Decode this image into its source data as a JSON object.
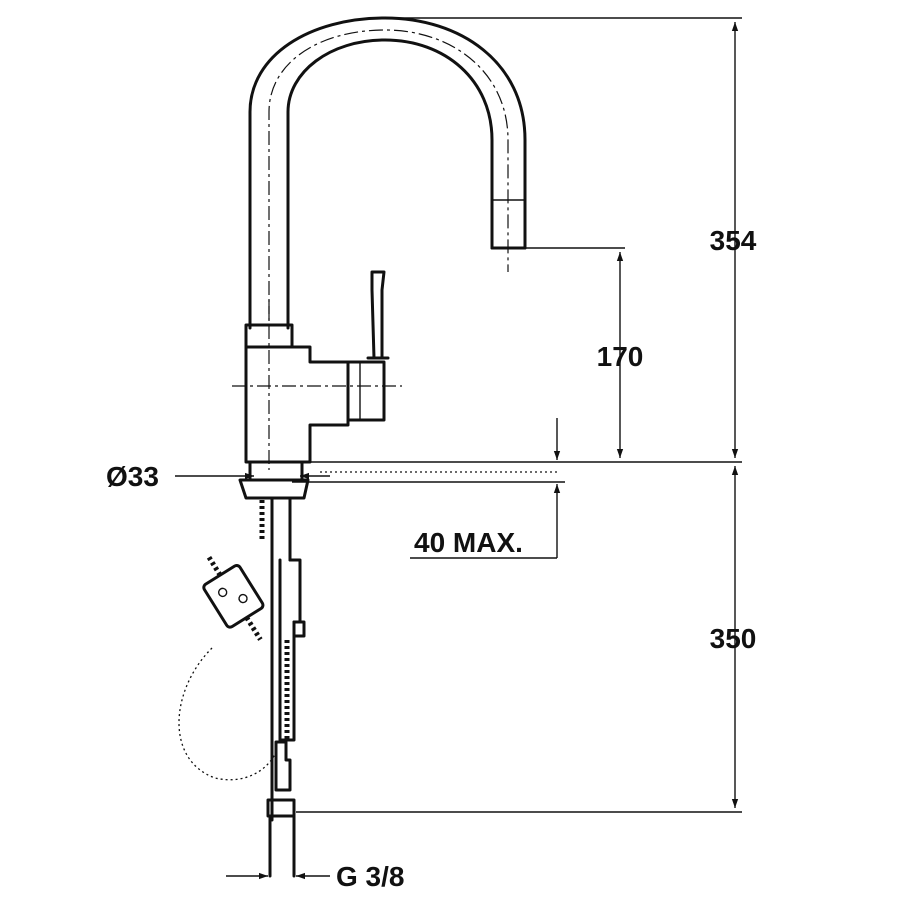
{
  "dimensions": {
    "total_height": "354",
    "spout_height": "170",
    "hose_length": "350",
    "mounting_hole": "Ø33",
    "deck_thickness": "40 MAX.",
    "connection": "G 3/8"
  },
  "colors": {
    "line": "#111111",
    "background": "#ffffff"
  }
}
